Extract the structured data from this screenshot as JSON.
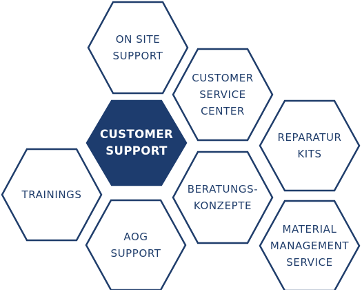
{
  "colors": {
    "primary": "#1d3c6e",
    "background": "#ffffff",
    "filled_text": "#ffffff"
  },
  "hexagons": [
    {
      "id": "on-site-support",
      "lines": [
        "ON SITE",
        "SUPPORT"
      ],
      "filled": false
    },
    {
      "id": "customer-service-center",
      "lines": [
        "CUSTOMER",
        "SERVICE",
        "CENTER"
      ],
      "filled": false
    },
    {
      "id": "customer-support",
      "lines": [
        "CUSTOMER",
        "SUPPORT"
      ],
      "filled": true
    },
    {
      "id": "reparatur-kits",
      "lines": [
        "REPARATUR",
        "KITS"
      ],
      "filled": false
    },
    {
      "id": "trainings",
      "lines": [
        "TRAININGS"
      ],
      "filled": false
    },
    {
      "id": "beratungskonzepte",
      "lines": [
        "BERATUNGS-",
        "KONZEPTE"
      ],
      "filled": false
    },
    {
      "id": "aog-support",
      "lines": [
        "AOG",
        "SUPPORT"
      ],
      "filled": false
    },
    {
      "id": "material-management-service",
      "lines": [
        "MATERIAL",
        "MANAGEMENT",
        "SERVICE"
      ],
      "filled": false
    }
  ]
}
